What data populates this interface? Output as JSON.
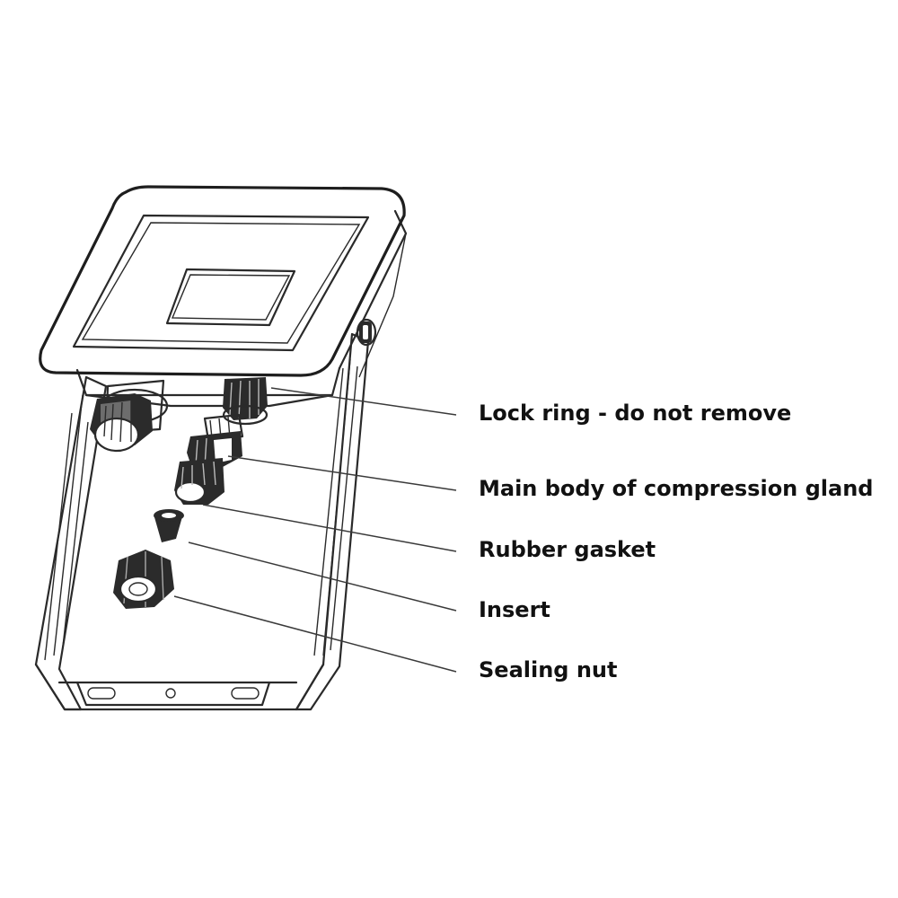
{
  "labels": {
    "lock_ring": "Lock ring - do not remove",
    "main_body": "Main body of compression gland",
    "rubber_gasket": "Rubber gasket",
    "insert": "Insert",
    "sealing_nut": "Sealing nut"
  }
}
